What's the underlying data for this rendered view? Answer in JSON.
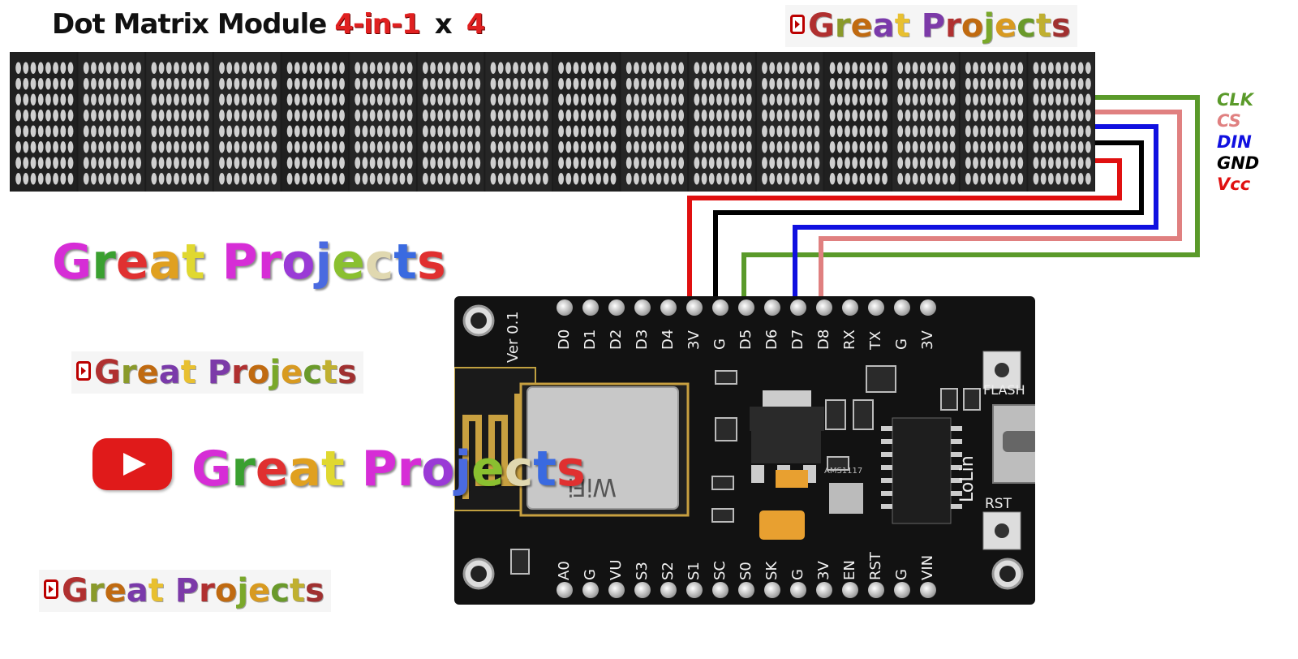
{
  "title": {
    "main": "Dot Matrix Module",
    "module": "4-in-1",
    "times": "x",
    "count": "4"
  },
  "brand": {
    "word1": [
      "G",
      "r",
      "e",
      "a",
      "t"
    ],
    "word2": [
      "P",
      "r",
      "o",
      "j",
      "e",
      "c",
      "t",
      "s"
    ],
    "colors_small": [
      "#b03030",
      "#8a9a2a",
      "#c06a10",
      "#7a3aaa",
      "#e8c030",
      "#7c3aa8",
      "#b03030",
      "#c06a10",
      "#7aa82a",
      "#d89a20",
      "#6a9a2a",
      "#c0b030",
      "#a03030"
    ],
    "colors_big": [
      "#d62dd6",
      "#3aa030",
      "#e03030",
      "#e0a020",
      "#e0d830",
      "#d62dd6",
      "#d62dd6",
      "#9a3ad6",
      "#4a6ae0",
      "#8ac030",
      "#e0d8b0",
      "#3a6ae0",
      "#e03030"
    ]
  },
  "wires": [
    {
      "label": "CLK",
      "color": "#5a9a2a"
    },
    {
      "label": "CS",
      "color": "#e08080"
    },
    {
      "label": "DIN",
      "color": "#1010e0"
    },
    {
      "label": "GND",
      "color": "#000000"
    },
    {
      "label": "Vcc",
      "color": "#e01010"
    }
  ],
  "board": {
    "top_pins": [
      "D0",
      "D1",
      "D2",
      "D3",
      "D4",
      "3V",
      "G",
      "D5",
      "D6",
      "D7",
      "D8",
      "RX",
      "TX",
      "G",
      "3V"
    ],
    "bottom_pins": [
      "A0",
      "G",
      "VU",
      "S3",
      "S2",
      "S1",
      "SC",
      "S0",
      "SK",
      "G",
      "3V",
      "EN",
      "RST",
      "G",
      "VIN"
    ],
    "version": "Ver 0.1",
    "flash": "FLASH",
    "rst": "RST",
    "brand_name": "LoLin",
    "module_text": "WiFi",
    "chip_text": "AMS1117"
  }
}
